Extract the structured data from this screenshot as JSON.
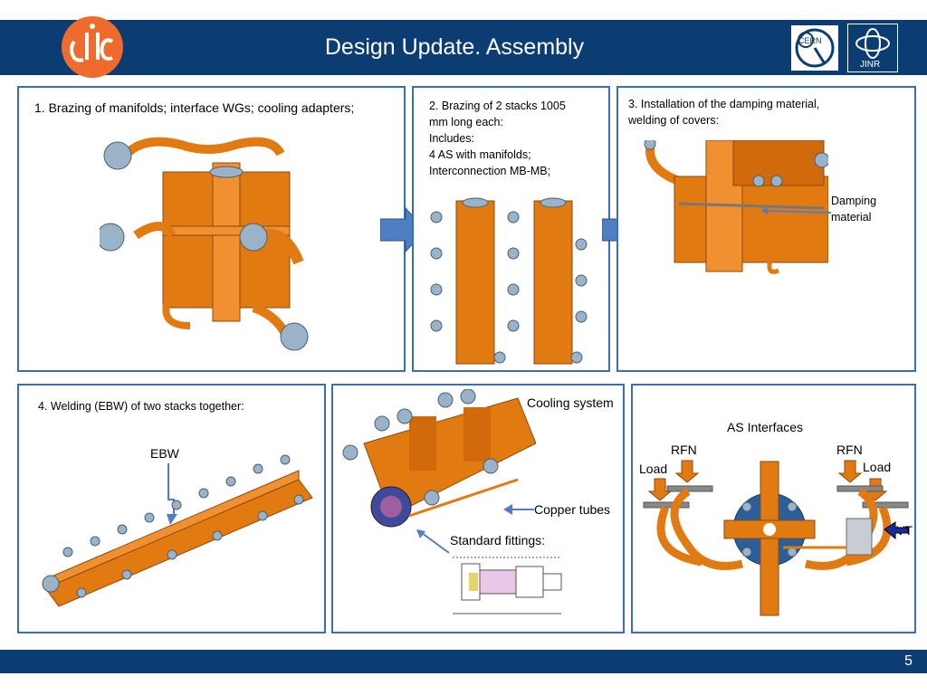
{
  "slide": {
    "title": "Design Update. Assembly",
    "page_number": "5"
  },
  "logos": {
    "left": "clic-logo",
    "right1": "cern-logo",
    "right2": "jinr-logo"
  },
  "panels": {
    "p1": {
      "text": "1. Brazing of manifolds; interface WGs; cooling adapters;"
    },
    "p2": {
      "lines": [
        "2. Brazing of 2 stacks 1005",
        "mm long each:",
        "Includes:",
        "4 AS with manifolds;",
        "Interconnection MB-MB;"
      ]
    },
    "p3": {
      "lines": [
        "3. Installation of the damping material,",
        "welding of covers:"
      ],
      "damping_label": [
        "Damping",
        "material"
      ]
    },
    "p4": {
      "text": "4. Welding (EBW) of two stacks together:",
      "ebw_label": "EBW"
    },
    "p5": {
      "cooling_label": "Cooling system",
      "copper_label": "Copper tubes",
      "fittings_label": "Standard fittings:"
    },
    "p6": {
      "title": "AS Interfaces",
      "rfn_left": "RFN",
      "rfn_right": "RFN",
      "load_left": "Load",
      "load_right": "Load",
      "cvt": "CVT"
    }
  },
  "colors": {
    "header_blue": "#0b3d73",
    "panel_border": "#3a6fb7",
    "arrow_blue": "#4f7fc0",
    "copper": "#e27a12",
    "flange": "#9bb3c8"
  }
}
